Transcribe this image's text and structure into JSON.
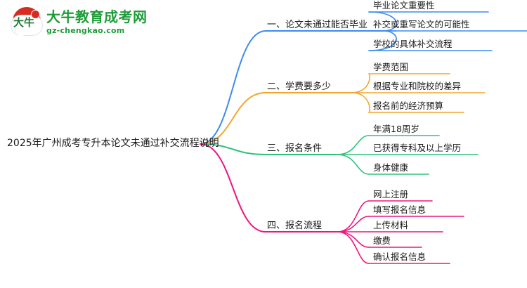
{
  "logo": {
    "mark_text_1": "大",
    "mark_text_2": "牛",
    "title": "大牛教育成考网",
    "url": "gz-chengkao.com"
  },
  "mindmap": {
    "root": {
      "label": "2025年广州成考专升本论文未通过补交流程说明"
    },
    "branches": [
      {
        "label": "一、论文未通过能否毕业",
        "color": "#3d8bf2",
        "children": [
          {
            "label": "毕业论文重要性"
          },
          {
            "label": "补交或重写论文的可能性"
          },
          {
            "label": "学校的具体补交流程"
          }
        ]
      },
      {
        "label": "二、学费要多少",
        "color": "#f2a72c",
        "children": [
          {
            "label": "学费范围"
          },
          {
            "label": "根据专业和院校的差异"
          },
          {
            "label": "报名前的经济预算"
          }
        ]
      },
      {
        "label": "三、报名条件",
        "color": "#2ec27e",
        "children": [
          {
            "label": "年满18周岁"
          },
          {
            "label": "已获得专科及以上学历"
          },
          {
            "label": "身体健康"
          }
        ]
      },
      {
        "label": "四、报名流程",
        "color": "#f0147f",
        "children": [
          {
            "label": "网上注册"
          },
          {
            "label": "填写报名信息"
          },
          {
            "label": "上传材料"
          },
          {
            "label": "缴费"
          },
          {
            "label": "确认报名信息"
          }
        ]
      }
    ]
  }
}
